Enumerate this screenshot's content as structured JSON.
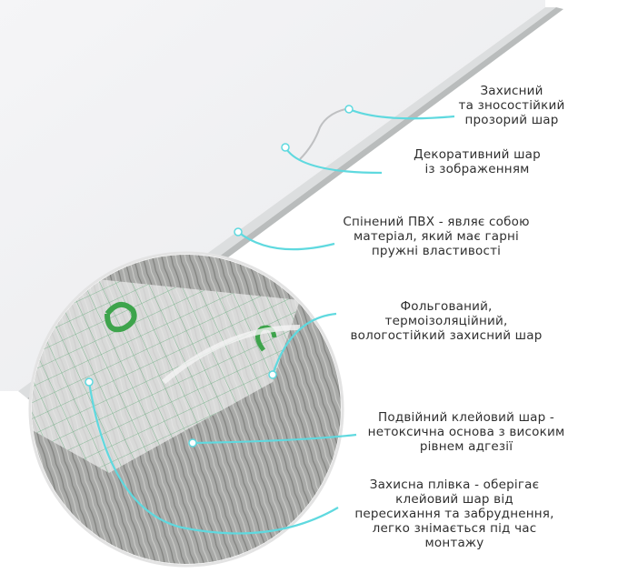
{
  "colors": {
    "pointer": "#5fd9df",
    "panel": "#f2f2f4",
    "edge_foam": "#dcdedf",
    "foil": "#b9bcbc",
    "text": "#2f2f2f"
  },
  "icons": [
    "layer-pointer-dot",
    "magnified-cross-section"
  ],
  "layers": [
    {
      "id": "protective-layer",
      "label": "Захисний\nта зносостійкий\nпрозорий шар"
    },
    {
      "id": "decorative-layer",
      "label": "Декоративний шар\nіз зображенням"
    },
    {
      "id": "pvc-foam-layer",
      "label": "Спінений ПВХ - являє собою\nматеріал, який має гарні\nпружні властивості"
    },
    {
      "id": "foil-layer",
      "label": "Фольгований,\nтермоізоляційний,\nвологостійкий захисний шар"
    },
    {
      "id": "adhesive-layer",
      "label": "Подвійний клейовий шар -\nнетоксична основа з високим\nрівнем адгезії"
    },
    {
      "id": "release-film",
      "label": "Захисна плівка - оберігає\nклейовий шар від\nпересихання та забруднення,\nлегко знімається під час\nмонтажу"
    }
  ]
}
